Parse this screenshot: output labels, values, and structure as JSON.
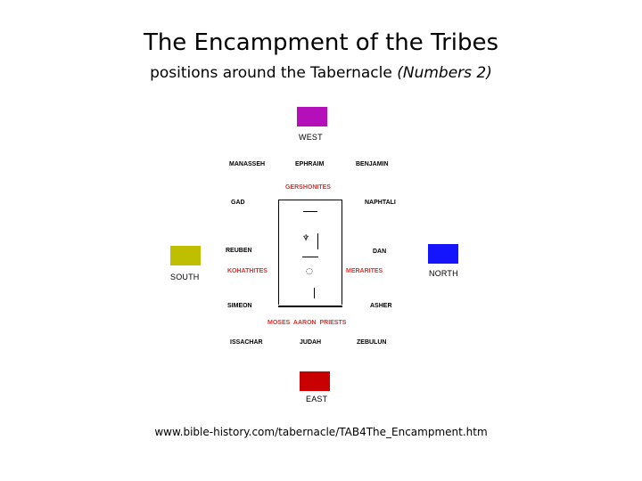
{
  "title": "The Encampment of the Tribes",
  "subtitle_main": "positions around the Tabernacle ",
  "subtitle_ref": "(Numbers 2)",
  "directions": {
    "west": {
      "label": "WEST",
      "color": "#b40fb8"
    },
    "south": {
      "label": "SOUTH",
      "color": "#bfbf00"
    },
    "north": {
      "label": "NORTH",
      "color": "#1414ff"
    },
    "east": {
      "label": "EAST",
      "color": "#c80000"
    }
  },
  "tribes": {
    "manasseh": "MANASSEH",
    "ephraim": "EPHRAIM",
    "benjamin": "BENJAMIN",
    "gad": "GAD",
    "naphtali": "NAPHTALI",
    "reuben": "REUBEN",
    "dan": "DAN",
    "simeon": "SIMEON",
    "asher": "ASHER",
    "issachar": "ISSACHAR",
    "judah": "JUDAH",
    "zebulun": "ZEBULUN"
  },
  "levites": {
    "gershonites": "GERSHONITES",
    "kohathites": "KOHATHITES",
    "merarites": "MERARITES",
    "moses_aaron_priests": "MOSES  AARON  PRIESTS"
  },
  "source": "www.bible-history.com/tabernacle/TAB4The_Encampment.htm"
}
